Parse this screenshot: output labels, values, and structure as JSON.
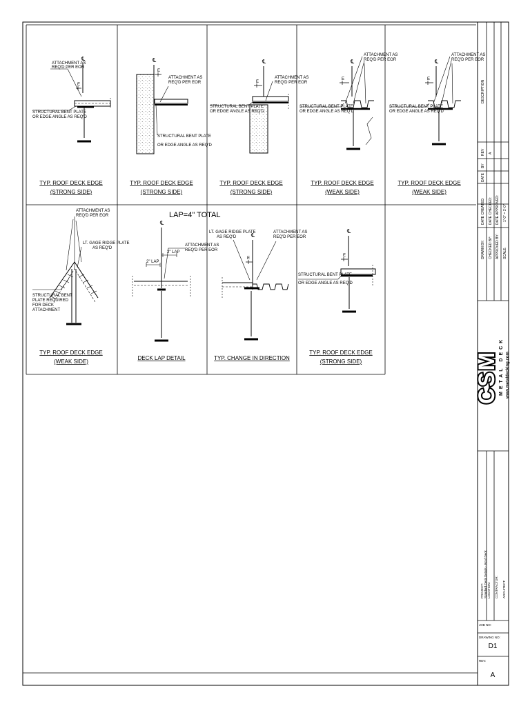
{
  "details": [
    {
      "title": "TYP. ROOF DECK EDGE",
      "subtitle": "(STRONG SIDE)",
      "notes": [
        "ATTACHMENT AS",
        "REQ'D PER EOR",
        "STRUCTURAL BENT PLATE",
        "OR EDGE ANGLE AS REQ'D"
      ]
    },
    {
      "title": "TYP. ROOF DECK EDGE",
      "subtitle": "(STRONG SIDE)",
      "notes": [
        "ATTACHMENT AS",
        "REQ'D PER EOR",
        "STRUCTURAL BENT PLATE",
        "OR EDGE ANGLE AS REQ'D"
      ]
    },
    {
      "title": "TYP. ROOF DECK EDGE",
      "subtitle": "(STRONG SIDE)",
      "notes": [
        "ATTACHMENT AS",
        "REQ'D PER EOR",
        "STRUCTURAL BENT PLATE",
        "OR EDGE ANGLE AS REQ'D"
      ]
    },
    {
      "title": "TYP. ROOF DECK EDGE",
      "subtitle": "(WEAK SIDE)",
      "notes": [
        "ATTACHMENT AS",
        "REQ'D PER EOR",
        "STRUCTURAL BENT PLATE",
        "OR EDGE ANGLE AS REQ'D"
      ]
    },
    {
      "title": "TYP. ROOF DECK EDGE",
      "subtitle": "(WEAK SIDE)",
      "notes": [
        "ATTACHMENT AS",
        "REQ'D PER EOR",
        "STRUCTURAL BENT PLATE",
        "OR EDGE ANGLE AS REQ'D"
      ]
    },
    {
      "title": "TYP. ROOF DECK EDGE",
      "subtitle": "(WEAK SIDE)",
      "notes": [
        "ATTACHMENT AS",
        "REQ'D PER EOR",
        "LT. GAGE RIDGE PLATE",
        "AS REQ'D",
        "STRUCTURAL BENT",
        "PLATE REQUIRED",
        "FOR DECK",
        "ATTACHMENT"
      ]
    },
    {
      "title": "DECK LAP DETAIL",
      "subtitle": "",
      "notes": [
        "LAP=4\" TOTAL",
        "2\" LAP",
        "2\" LAP",
        "ATTACHMENT AS",
        "REQ'D PER EOR"
      ]
    },
    {
      "title": "TYP. CHANGE IN DIRECTION",
      "subtitle": "",
      "notes": [
        "LT. GAGE RIDGE PLATE",
        "AS REQ'D",
        "ATTACHMENT AS",
        "REQ'D PER EOR"
      ]
    },
    {
      "title": "TYP. ROOF DECK EDGE",
      "subtitle": "(STRONG SIDE)",
      "notes": [
        "STRUCTURAL BENT PLATE",
        "OR EDGE ANGLE AS REQ'D"
      ]
    }
  ],
  "symbols": {
    "centerline": "℄",
    "edge": "E"
  },
  "title_block": {
    "description_label": "DESCRIPTION",
    "rev_headers": [
      "REV",
      "BY",
      "DATE"
    ],
    "rev_row": [
      "A",
      "",
      ""
    ],
    "people_labels": [
      "DRAWN BY:",
      "CHECKED BY:",
      "APPROVED BY:",
      "SCALE:"
    ],
    "people_values": [
      "DATE CREATED:",
      "DATE CHECKED:",
      "DATE APPROVED:",
      "1'-0\" = 1'-0\""
    ],
    "logo_text": "CSM",
    "company": "METAL DECK",
    "website": "www.metaldecking.com",
    "project_lines": [
      "PROJECT:",
      "Standard Deck Details - Roof Deck",
      "LOCATION:",
      "CONTRACTOR:",
      "ARCHITECT:"
    ],
    "job_label": "JOB NO:",
    "drawing_label": "DRAWING NO:",
    "drawing_no": "D1",
    "rev_label": "REV:",
    "rev_value": "A"
  }
}
